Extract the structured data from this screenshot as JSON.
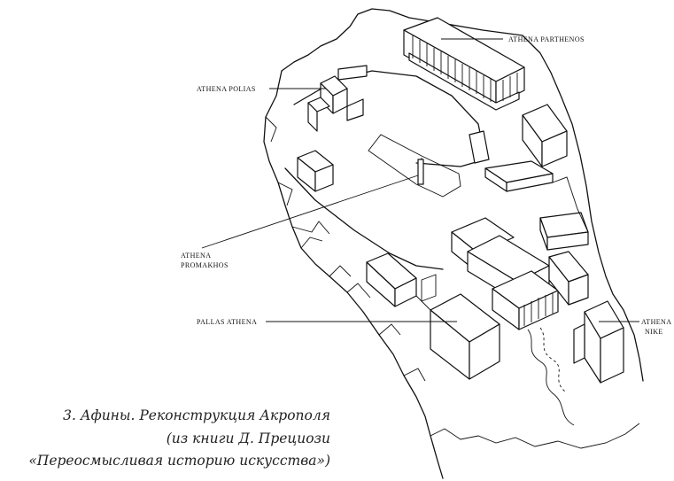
{
  "labels": {
    "athena_parthenos": "ATHENA PARTHENOS",
    "athena_polias": "ATHENA POLIAS",
    "athena_promakhos_1": "ATHENA",
    "athena_promakhos_2": "PROMAKHOS",
    "pallas_athena": "PALLAS ATHENA",
    "athena_nike_1": "ATHENA",
    "athena_nike_2": "NIKE"
  },
  "caption": {
    "line1": "3. Афины. Реконструкция Акрополя",
    "line2": "(из книги Д. Прециози",
    "line3": "«Переосмысливая историю искусства»)"
  }
}
